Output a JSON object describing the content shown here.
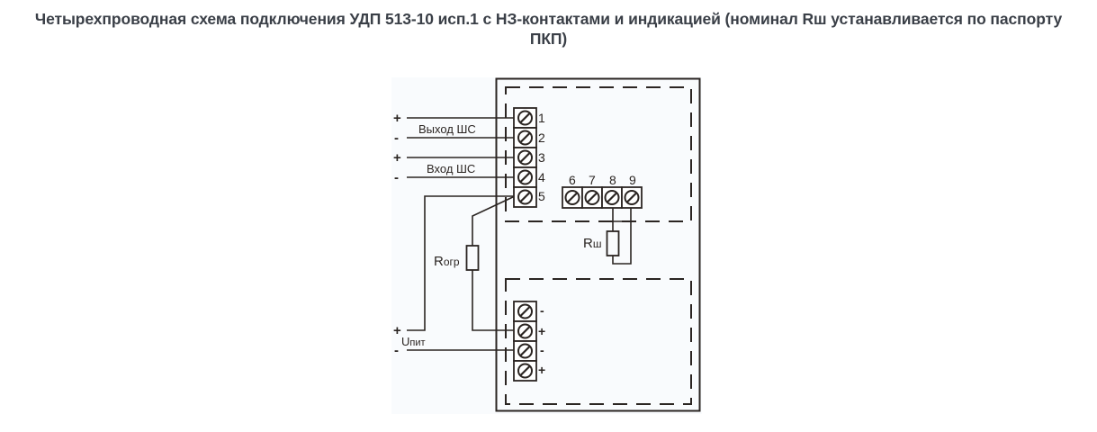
{
  "title": {
    "line1": "Четырехпроводная схема подключения УДП 513-10 исп.1 с НЗ-контактами и индикацией (номинал Rш устанавливается по паспорту",
    "line2": "ПКП)"
  },
  "diagram": {
    "colors": {
      "line": "#2b2522",
      "figure_bg": "#f9fbfd",
      "title": "#3a3f47"
    },
    "left_terminals": [
      {
        "number": "1",
        "polarity": "+"
      },
      {
        "number": "2",
        "polarity": "-"
      },
      {
        "number": "3",
        "polarity": "+"
      },
      {
        "number": "4",
        "polarity": "-"
      },
      {
        "number": "5",
        "polarity": ""
      }
    ],
    "loop_labels": {
      "output": "Выход ШС",
      "input": "Вход ШС"
    },
    "top_terminals": [
      "6",
      "7",
      "8",
      "9"
    ],
    "resistor_shunt": {
      "label_main": "R",
      "label_sub": "ш"
    },
    "resistor_limit": {
      "label_main": "R",
      "label_sub": "огр"
    },
    "power_terminals": [
      "-",
      "+",
      "-",
      "+"
    ],
    "power_label": {
      "main": "U",
      "sub": "пит",
      "plus": "+",
      "minus": "-"
    }
  }
}
